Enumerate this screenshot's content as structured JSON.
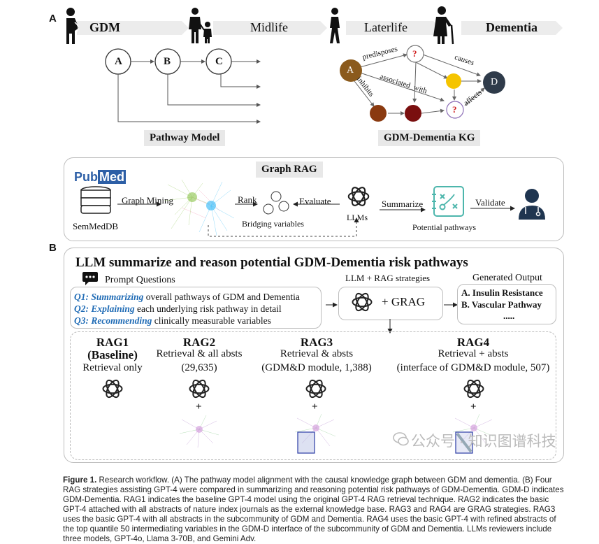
{
  "panelA": {
    "letter": "A",
    "stages": [
      "GDM",
      "Midlife",
      "Laterlife",
      "Dementia"
    ],
    "pathway_nodes": [
      "A",
      "B",
      "C"
    ],
    "pathway_label": "Pathway Model",
    "kg_label": "GDM-Dementia KG",
    "kg_nodes": {
      "a": "A",
      "d": "D",
      "q": "?"
    },
    "kg_edges": {
      "predisposes": "predisposes",
      "causes": "causes",
      "inhibits": "inhibits",
      "associated_with": "associated_with",
      "affects": "affects"
    },
    "graph_rag": {
      "title": "Graph RAG",
      "pubmed_left": "Pub",
      "pubmed_right": "Med",
      "semmeddb": "SemMedDB",
      "graph_mining": "Graph Mining",
      "rank": "Rank",
      "bridging": "Bridging variables",
      "evaluate": "Evaluate",
      "llms": "LLMs",
      "summarize": "Summarize",
      "potential": "Potential pathways",
      "validate": "Validate"
    }
  },
  "panelB": {
    "letter": "B",
    "title": "LLM summarize and reason potential GDM-Dementia risk pathways",
    "prompt_title": "Prompt Questions",
    "questions": [
      {
        "key": "Q1: Summarizing",
        "text": " overall pathways of GDM and Dementia"
      },
      {
        "key": "Q2: Explaining",
        "text": " each underlying risk pathway in detail"
      },
      {
        "key": "Q3: Recommending",
        "text": " clinically measurable variables"
      }
    ],
    "strategies": "LLM + RAG strategies",
    "plus_grag": "+ GRAG",
    "generated_title": "Generated Output",
    "outputs": [
      "A. Insulin Resistance",
      "B. Vascular Pathway",
      "....."
    ],
    "rags": [
      {
        "title": "RAG1",
        "sub1": "(Baseline)",
        "sub2": "Retrieval only",
        "sub3": ""
      },
      {
        "title": "RAG2",
        "sub1": "Retrieval & all absts",
        "sub2": "(29,635)",
        "sub3": ""
      },
      {
        "title": "RAG3",
        "sub1": "Retrieval & absts",
        "sub2": "(GDM&D module, 1,388)",
        "sub3": ""
      },
      {
        "title": "RAG4",
        "sub1": "Retrieval + absts",
        "sub2": "(interface of GDM&D module, 507)",
        "sub3": ""
      }
    ],
    "plus": "+"
  },
  "caption": {
    "label": "Figure 1.",
    "text": " Research workflow. (A) The pathway model alignment with the causal knowledge graph between GDM and dementia. (B) Four RAG strategies assisting GPT-4 were compared in summarizing and reasoning potential risk pathways of GDM-Dementia. GDM-D indicates GDM-Dementia. RAG1 indicates the baseline GPT-4 model using the original GPT-4 RAG retrieval technique. RAG2 indicates the basic GPT-4 attached with all abstracts of nature index journals as the external knowledge base. RAG3 and RAG4 are GRAG strategies. RAG3 uses the basic GPT-4 with all abstracts in the subcommunity of GDM and Dementia. RAG4 uses the basic GPT-4 with refined abstracts of the top quantile 50 intermediating variables in the GDM-D interface of the subcommunity of GDM and Dementia. LLMs reviewers include three models, GPT-4o, Llama 3-70B, and Gemini Adv."
  },
  "watermark": "公众号 · 知识图谱科技",
  "colors": {
    "accent_blue": "#1f6bb5",
    "node_a": "#8b5a1c",
    "node_d": "#2f3b4a",
    "node_yellow": "#f5c400",
    "node_darkred": "#7a0f0f",
    "node_brown": "#8a3a10"
  }
}
